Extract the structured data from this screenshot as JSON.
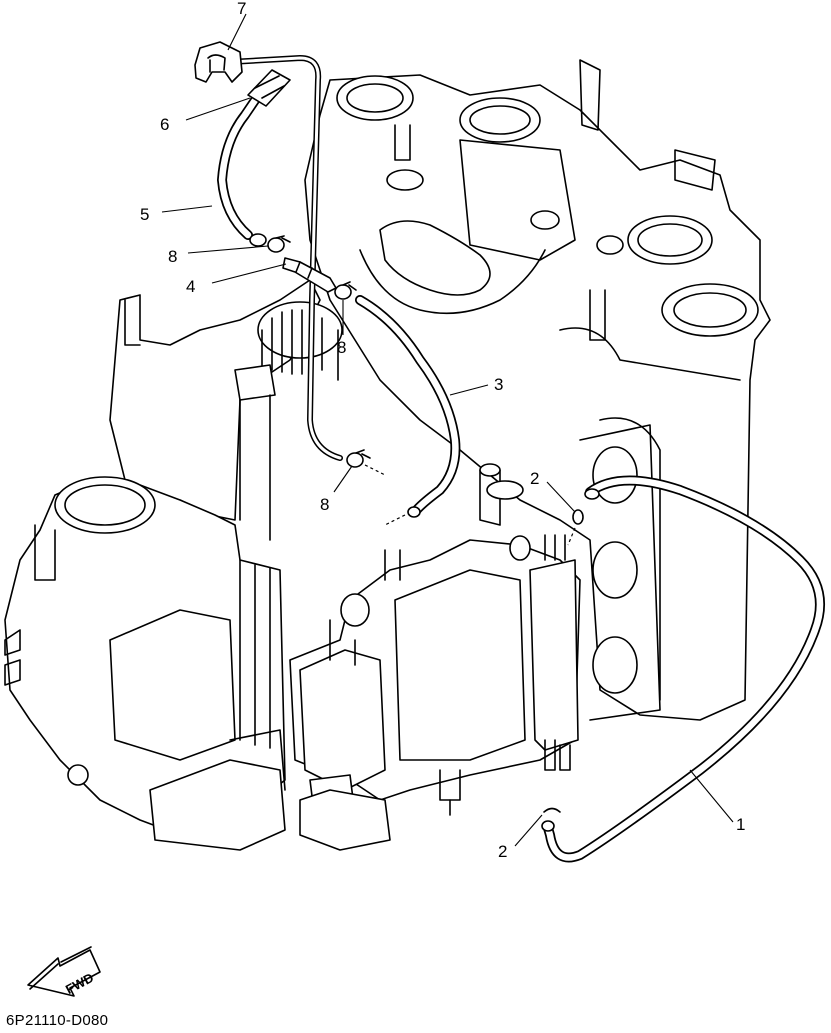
{
  "diagram": {
    "callouts": [
      {
        "id": "7",
        "label": "7"
      },
      {
        "id": "6",
        "label": "6"
      },
      {
        "id": "5",
        "label": "5"
      },
      {
        "id": "8a",
        "label": "8"
      },
      {
        "id": "4",
        "label": "4"
      },
      {
        "id": "8b",
        "label": "8"
      },
      {
        "id": "3",
        "label": "3"
      },
      {
        "id": "8c",
        "label": "8"
      },
      {
        "id": "2a",
        "label": "2"
      },
      {
        "id": "1",
        "label": "1"
      },
      {
        "id": "2b",
        "label": "2"
      }
    ],
    "fwd_label": "FWD",
    "drawing_code": "6P21110-D080"
  }
}
